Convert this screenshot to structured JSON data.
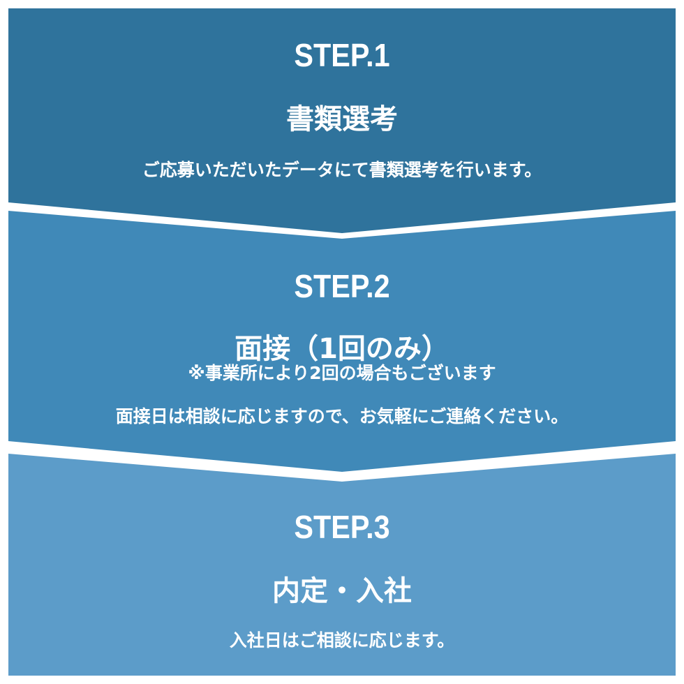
{
  "colors": {
    "step1": "#2f739c",
    "step2": "#4089b8",
    "step3": "#5c9cc9",
    "separator": "#ffffff"
  },
  "steps": [
    {
      "label": "STEP.1",
      "title": "書類選考",
      "note": "",
      "description": "ご応募いただいたデータにて書類選考を行います。"
    },
    {
      "label": "STEP.2",
      "title": "面接（1回のみ）",
      "note": "※事業所により2回の場合もございます",
      "description": "面接日は相談に応じますので、お気軽にご連絡ください。"
    },
    {
      "label": "STEP.3",
      "title": "内定・入社",
      "note": "",
      "description": "入社日はご相談に応じます。"
    }
  ]
}
